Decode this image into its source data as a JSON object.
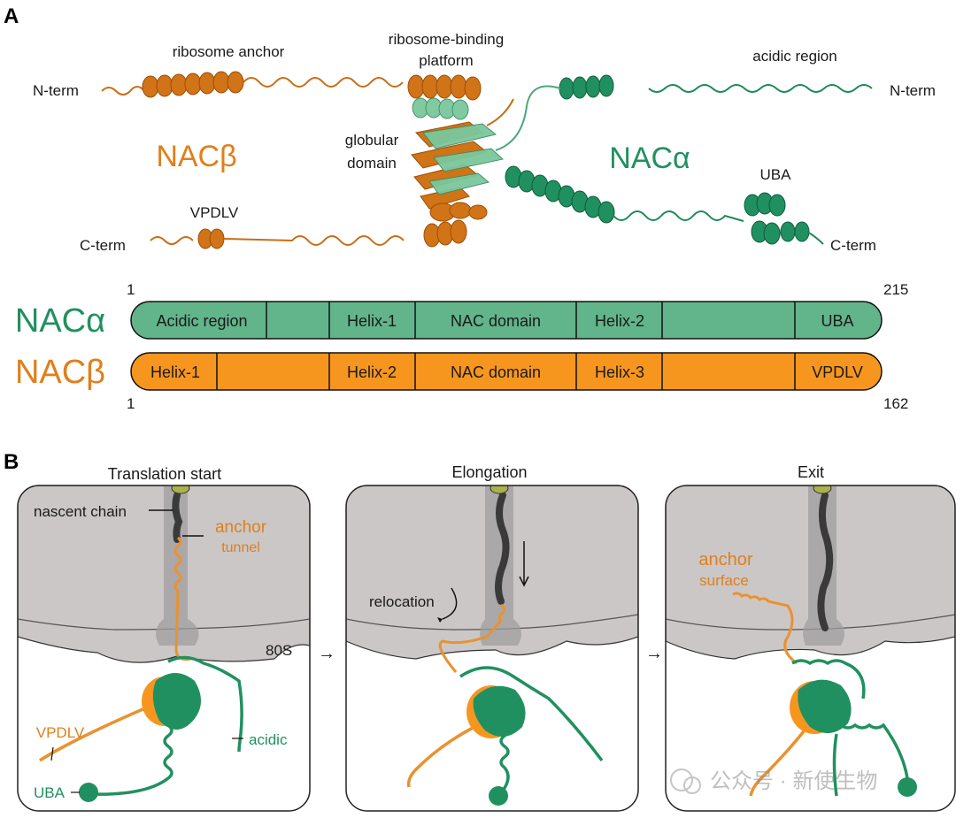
{
  "panel_a": {
    "letter": "A",
    "labels": {
      "ribosome_anchor": "ribosome anchor",
      "platform_line1": "ribosome-binding",
      "platform_line2": "platform",
      "acidic_region": "acidic region",
      "n_term_left": "N-term",
      "n_term_right": "N-term",
      "globular_line1": "globular",
      "globular_line2": "domain",
      "nac_beta": "NACβ",
      "nac_alpha": "NACα",
      "uba": "UBA",
      "vpdlv": "VPDLV",
      "c_term_left": "C-term",
      "c_term_right": "C-term"
    },
    "domain_map": {
      "alpha": {
        "name": "NACα",
        "start": "1",
        "end": "215",
        "color": "#62b48a",
        "segments": [
          "Acidic region",
          "",
          "Helix-1",
          "NAC domain",
          "Helix-2",
          "",
          "UBA"
        ]
      },
      "beta": {
        "name": "NACβ",
        "start": "1",
        "end": "162",
        "color": "#f7961f",
        "segments": [
          "Helix-1",
          "",
          "Helix-2",
          "NAC domain",
          "Helix-3",
          "",
          "VPDLV"
        ]
      }
    }
  },
  "panel_b": {
    "letter": "B",
    "stages": [
      {
        "title": "Translation start",
        "labels": {
          "nascent_chain": "nascent chain",
          "anchor_line1": "anchor",
          "anchor_line2": "tunnel",
          "ribosome": "80S",
          "vpdlv": "VPDLV",
          "acidic": "acidic",
          "uba": "UBA"
        }
      },
      {
        "title": "Elongation",
        "labels": {
          "relocation": "relocation"
        }
      },
      {
        "title": "Exit",
        "labels": {
          "anchor_line1": "anchor",
          "anchor_line2": "surface"
        }
      }
    ],
    "arrows": [
      "→",
      "→"
    ]
  },
  "watermark": "公众号 · 新使生物",
  "colors": {
    "nac_alpha": "#219060",
    "nac_alpha_light": "#62b48a",
    "nac_beta": "#e07f1c",
    "nac_beta_light": "#f7961f",
    "ribosome": "#cbc7c7",
    "tunnel": "#9f9d9d"
  }
}
